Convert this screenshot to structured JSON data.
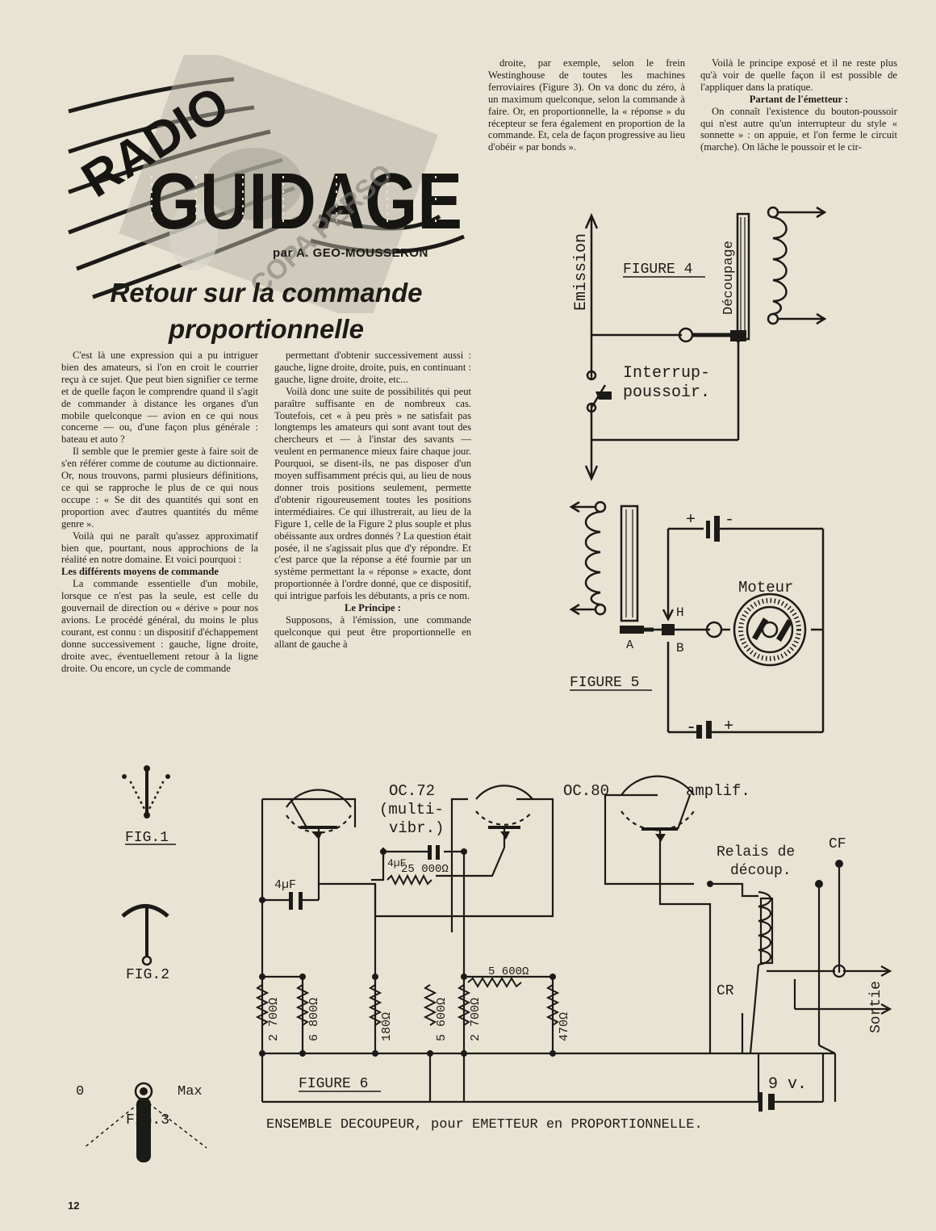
{
  "header": {
    "title_word_1": "RADIO",
    "title_word_2": "GUIDAGE",
    "byline": "par A. GEO-MOUSSERON",
    "subtitle_line_1": "Retour sur la commande",
    "subtitle_line_2": "proportionnelle"
  },
  "watermark": "COPA PERSO",
  "column_1": [
    {
      "text": "C'est là une expression qui a pu intriguer bien des amateurs, si l'on en croit le courrier reçu à ce sujet. Que peut bien signifier ce terme et de quelle façon le comprendre quand il s'agit de commander à distance les organes d'un mobile quelconque — avion en ce qui nous concerne — ou, d'une façon plus générale : bateau et auto ?"
    },
    {
      "text": "Il semble que le premier geste à faire soit de s'en référer comme de coutume au dictionnaire. Or, nous trouvons, parmi plusieurs définitions, ce qui se rapproche le plus de ce qui nous occupe : « Se dit des quantités qui sont en proportion avec d'autres quantités du même genre »."
    },
    {
      "text": "Voilà qui ne paraît qu'assez approximatif bien que, pourtant, nous approchions de la réalité en notre domaine. Et voici pourquoi :"
    },
    {
      "heading": "Les différents moyens de commande"
    },
    {
      "text": "La commande essentielle d'un mobile, lorsque ce n'est pas la seule, est celle du gouvernail de direction ou « dérive » pour nos avions. Le procédé général, du moins le plus courant, est connu : un dispositif d'échappement donne successivement : gauche, ligne droite, droite avec, éventuellement retour à la ligne droite. Ou encore, un cycle de commande"
    }
  ],
  "column_2": [
    {
      "text": "permettant d'obtenir successivement aussi : gauche, ligne droite, droite, puis, en continuant : gauche, ligne droite, droite, etc..."
    },
    {
      "text": "Voilà donc une suite de possibilités qui peut paraître suffisante en de nombreux cas. Toutefois, cet « à peu près » ne satisfait pas longtemps les amateurs qui sont avant tout des chercheurs et — à l'instar des savants — veulent en permanence mieux faire chaque jour. Pourquoi, se disent-ils, ne pas disposer d'un moyen suffisamment précis qui, au lieu de nous donner trois positions seulement, permette d'obtenir rigoureusement toutes les positions intermédiaires. Ce qui illustrerait, au lieu de la Figure 1, celle de la Figure 2 plus souple et plus obéissante aux ordres donnés ? La question était posée, il ne s'agissait plus que d'y répondre. Et c'est parce que la réponse a été fournie par un système permettant la « réponse » exacte, dont proportionnée à l'ordre donné, que ce dispositif, qui intrigue parfois les débutants, a pris ce nom."
    },
    {
      "center": "Le Principe :"
    },
    {
      "text": "Supposons, à l'émission, une commande quelconque qui peut être proportionnelle en allant de gauche à"
    }
  ],
  "column_3": [
    {
      "text": "droite, par exemple, selon le frein Westinghouse de toutes les machines ferroviaires (Figure 3). On va donc du zéro, à un maximum quelconque, selon la commande à faire. Or, en proportionnelle, la « réponse » du récepteur se fera également en proportion de la commande. Et, cela de façon progressive au lieu d'obéir « par bonds »."
    }
  ],
  "column_4": [
    {
      "text": "Voilà le principe exposé et il ne reste plus qu'à voir de quelle façon il est possible de l'appliquer dans la pratique."
    },
    {
      "center": "Partant de l'émetteur :"
    },
    {
      "text": "On connaît l'existence du bouton-poussoir qui n'est autre qu'un interrupteur du style « sonnette » : on appuie, et l'on ferme le circuit (marche). On lâche le poussoir et le cir-"
    }
  ],
  "figure_4": {
    "caption": "FIGURE 4",
    "label_emission": "Emission",
    "label_decoupage": "Découpage",
    "label_switch_1": "Interrup-",
    "label_switch_2": "poussoir."
  },
  "figure_5": {
    "caption": "FIGURE 5",
    "label_motor": "Moteur",
    "label_a": "A",
    "label_b": "B",
    "label_h": "H",
    "plus": "+",
    "minus": "-"
  },
  "small_figures": {
    "fig1": "FIG.1",
    "fig2": "FIG.2",
    "fig3": "FIG.3",
    "fig3_min": "0",
    "fig3_max": "Max"
  },
  "figure_6": {
    "caption": "FIGURE 6",
    "footer": "ENSEMBLE DECOUPEUR, pour EMETTEUR en PROPORTIONNELLE.",
    "t1": "OC.72",
    "t1_note_1": "(multi-",
    "t1_note_2": "vibr.)",
    "t3": "OC.80",
    "t3_note": "amplif.",
    "cap_1": "4µF",
    "cap_2": "4µF",
    "pot": "25 000Ω",
    "r_series": "5 600Ω",
    "resistors": [
      "2 700Ω",
      "6 800Ω",
      "180Ω",
      "5 600Ω",
      "2 700Ω",
      "470Ω"
    ],
    "relay_1": "Relais de",
    "relay_2": "découp.",
    "cf": "CF",
    "cr": "CR",
    "output": "Sortie",
    "battery": "9 v."
  },
  "page_number": "12"
}
